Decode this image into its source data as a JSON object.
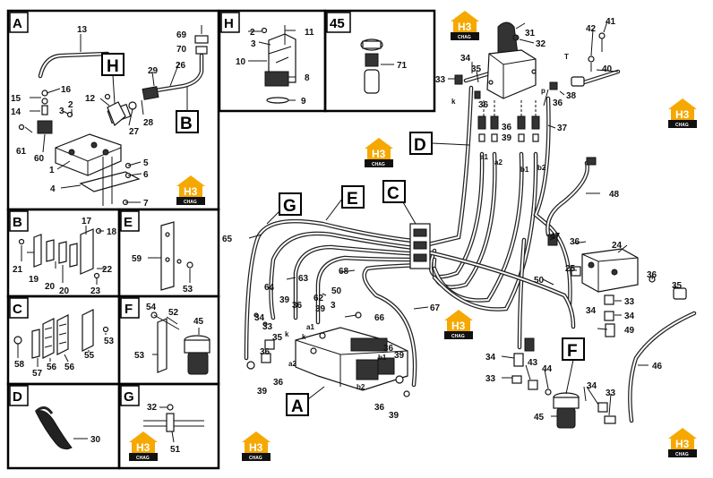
{
  "sections": {
    "A": "A",
    "H": "H",
    "45": "45",
    "B": "B",
    "E": "E",
    "C": "C",
    "F": "F",
    "D": "D",
    "G": "G"
  },
  "callouts": {
    "main_A": "A",
    "main_C": "C",
    "main_D": "D",
    "main_E": "E",
    "main_F": "F",
    "main_G": "G",
    "inset_H": "H",
    "inset_B": "B"
  },
  "logo": {
    "brand": "H3",
    "tagline": "CHAG",
    "color": "#f6a800"
  },
  "labels": {
    "a13": "13",
    "a69": "69",
    "a70": "70",
    "a29": "29",
    "a26": "26",
    "a16": "16",
    "a15": "15",
    "a12": "12",
    "a14": "14",
    "a3": "3",
    "a2": "2",
    "a27": "27",
    "a28": "28",
    "a61": "61",
    "a60": "60",
    "a1": "1",
    "a4": "4",
    "a5": "5",
    "a6": "6",
    "a7": "7",
    "h2": "2",
    "h11": "11",
    "h3": "3",
    "h10": "10",
    "h8": "8",
    "h9": "9",
    "s71": "71",
    "b17": "17",
    "b18": "18",
    "b21": "21",
    "b19": "19",
    "b20a": "20",
    "b20b": "20",
    "b22": "22",
    "b23": "23",
    "e59": "59",
    "e53": "53",
    "c58": "58",
    "c57": "57",
    "c56a": "56",
    "c56b": "56",
    "c55": "55",
    "c53": "53",
    "f54": "54",
    "f52": "52",
    "f45": "45",
    "f53": "53",
    "d30": "30",
    "g32": "32",
    "g51": "51",
    "m31": "31",
    "m32": "32",
    "m41": "41",
    "m42": "42",
    "m40": "40",
    "m34a": "34",
    "m35a": "35",
    "m33a": "33",
    "m36a": "36",
    "m36b": "36",
    "m36c": "36",
    "m39a": "39",
    "m38": "38",
    "m37": "37",
    "m48": "48",
    "m47": "47",
    "m36d": "36",
    "m24": "24",
    "m25": "25",
    "m65": "65",
    "m63": "63",
    "m50a": "50",
    "m68": "68",
    "m64": "64",
    "m62": "62",
    "m39b": "39",
    "m36e": "36",
    "m3": "3",
    "m66": "66",
    "m67": "67",
    "m50b": "50",
    "m36f": "36",
    "m35b": "35",
    "m33b": "33",
    "m34b": "34",
    "m34c": "34",
    "m49": "49",
    "m34d": "34",
    "m33c": "33",
    "m43": "43",
    "m44": "44",
    "m34e": "34",
    "m33d": "33",
    "m46": "46",
    "m45": "45",
    "m34f": "34",
    "m33e": "33",
    "m35c": "35",
    "m36g": "36",
    "m39c": "39",
    "m36h": "36",
    "m39d": "39",
    "m36i": "36",
    "m39e": "39",
    "m36j": "36",
    "m39f": "39"
  },
  "ports": {
    "k1": "k",
    "k2": "k",
    "a1": "a1",
    "a2": "a2",
    "b1": "b1",
    "b2": "b2",
    "p1": "p",
    "t1": "T",
    "ga1": "a1",
    "ga2": "a2",
    "gk": "k",
    "gb1": "b1",
    "gb2": "b2"
  }
}
